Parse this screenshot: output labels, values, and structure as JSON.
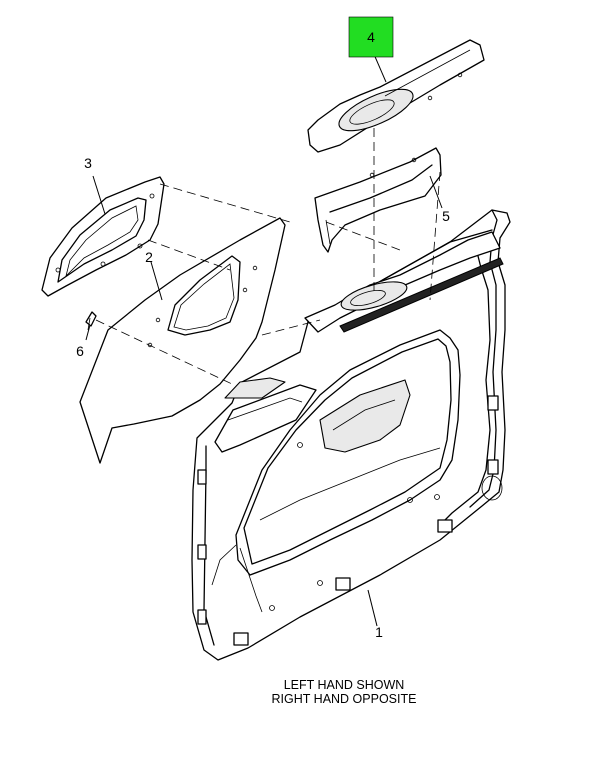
{
  "callouts": [
    {
      "id": "4",
      "label": "4",
      "highlighted": true
    },
    {
      "id": "3",
      "label": "3",
      "highlighted": false
    },
    {
      "id": "2",
      "label": "2",
      "highlighted": false
    },
    {
      "id": "5",
      "label": "5",
      "highlighted": false
    },
    {
      "id": "6",
      "label": "6",
      "highlighted": false
    },
    {
      "id": "1",
      "label": "1",
      "highlighted": false
    }
  ],
  "note": {
    "line1": "LEFT HAND SHOWN",
    "line2": "RIGHT HAND OPPOSITE"
  },
  "colors": {
    "highlight": "#22dd22",
    "line": "#000000",
    "background": "#ffffff"
  }
}
